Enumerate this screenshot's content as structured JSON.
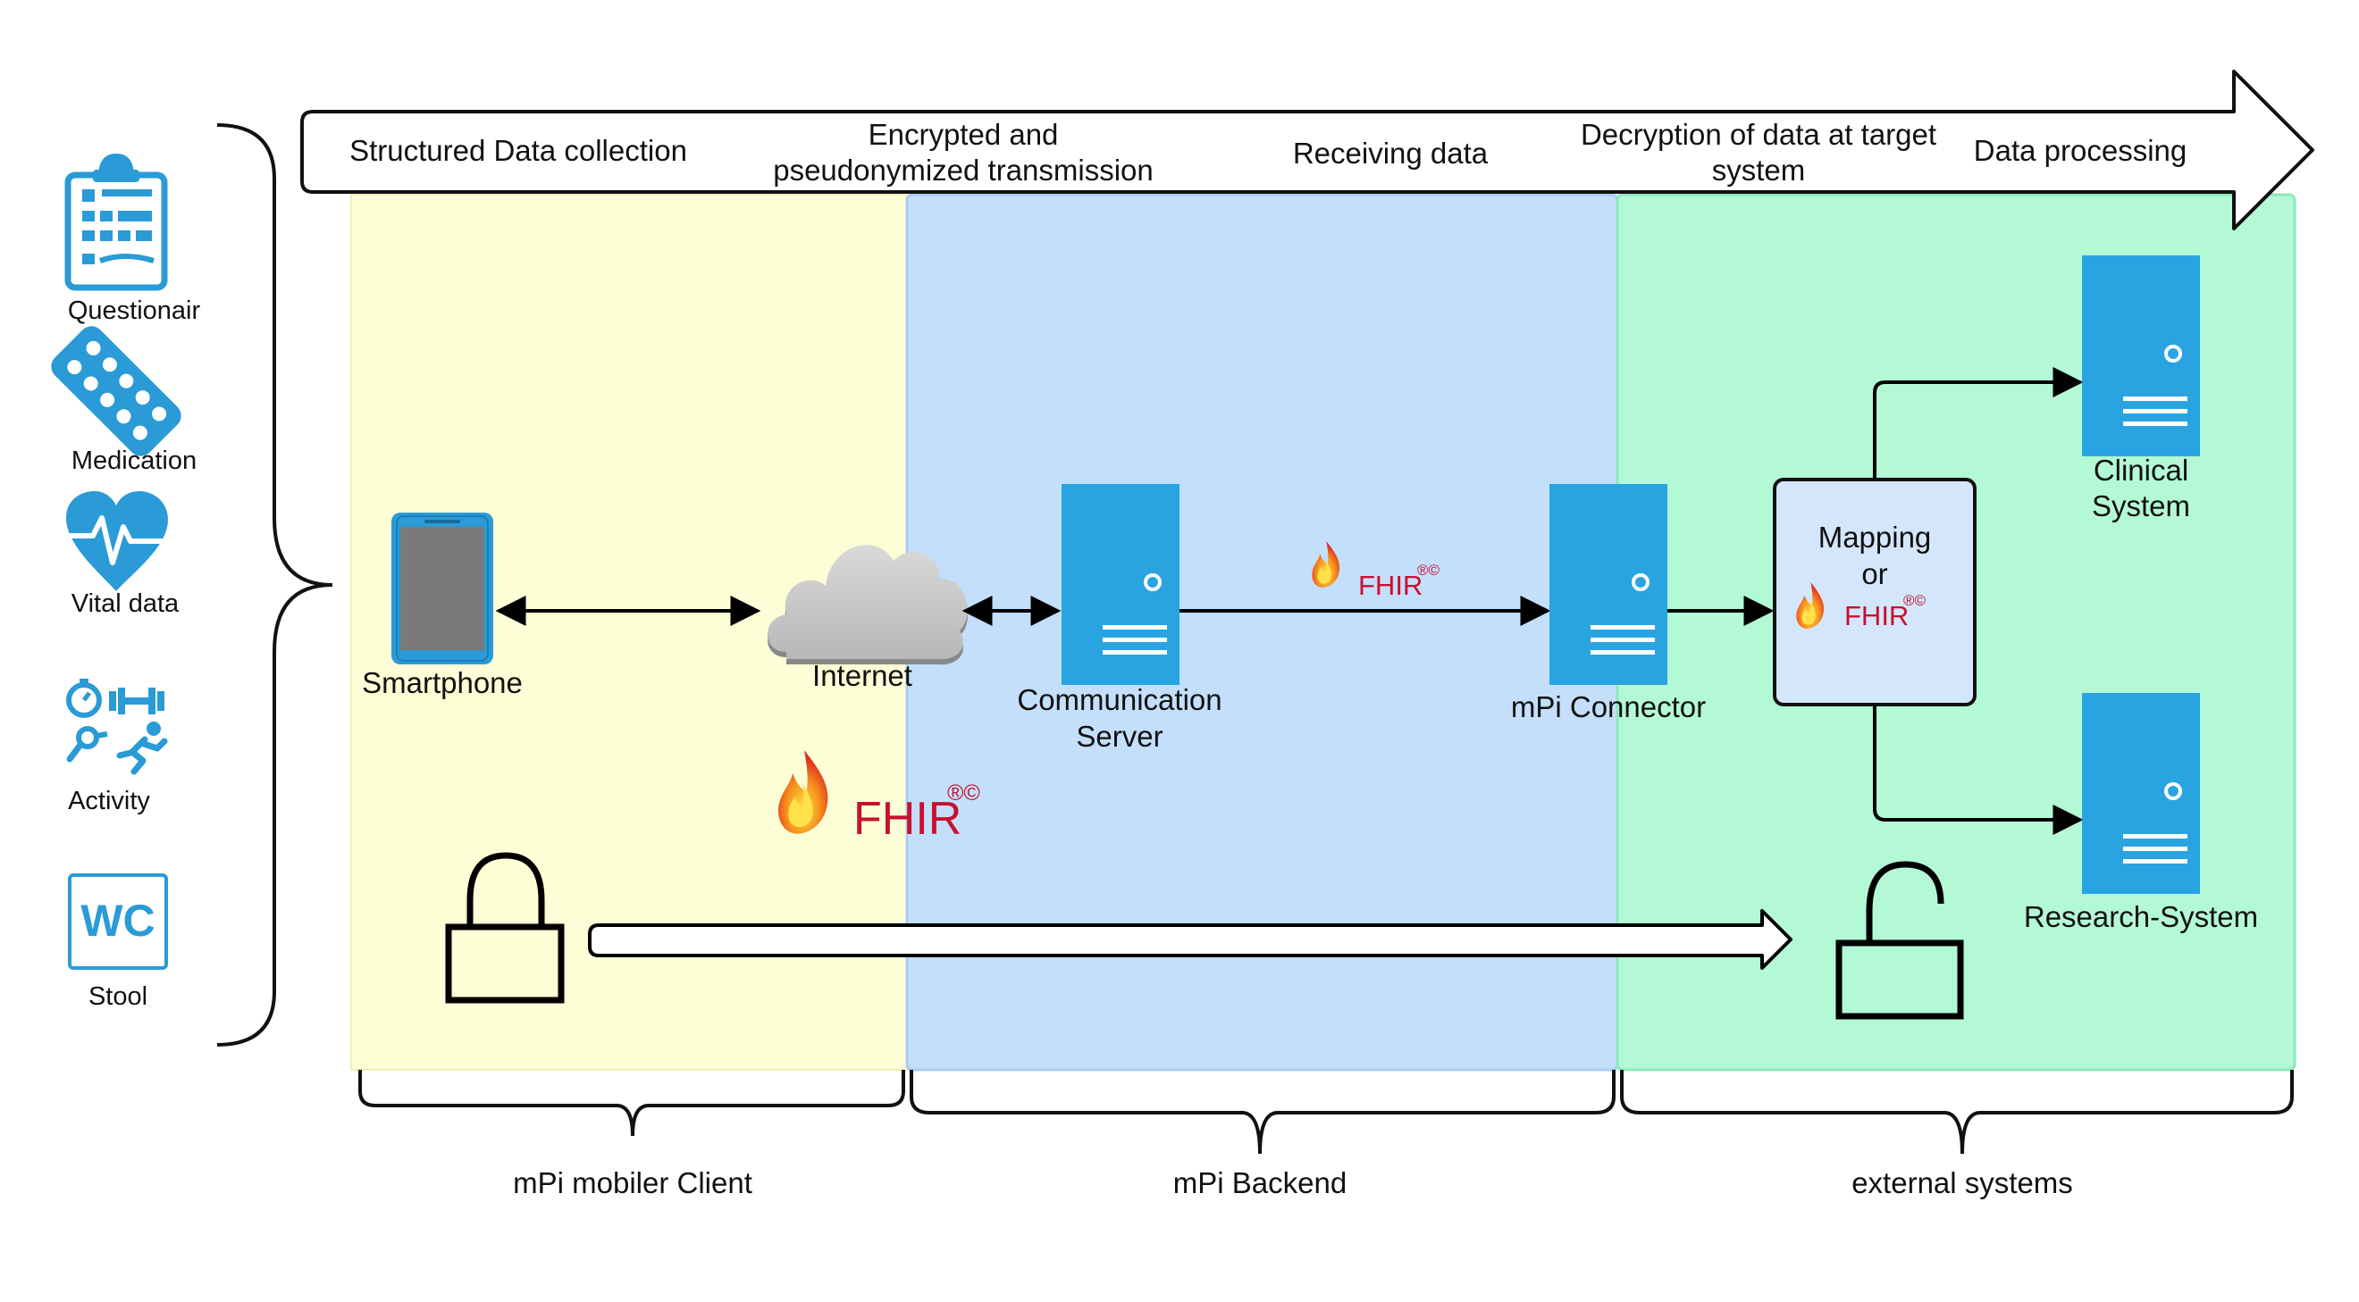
{
  "stages": {
    "stage1": "Structured Data collection",
    "stage2_line1": "Encrypted and",
    "stage2_line2": "pseudonymized transmission",
    "stage3": "Receiving data",
    "stage4_line1": "Decryption of data at target",
    "stage4_line2": "system",
    "stage5": "Data processing"
  },
  "data_sources": [
    {
      "label": "Questionair",
      "icon": "clipboard-icon"
    },
    {
      "label": "Medication",
      "icon": "pills-icon"
    },
    {
      "label": "Vital data",
      "icon": "heart-pulse-icon"
    },
    {
      "label": "Activity",
      "icon": "activity-icon"
    },
    {
      "label": "Stool",
      "icon": "wc-icon"
    }
  ],
  "wc_text": "WC",
  "nodes": {
    "smartphone": "Smartphone",
    "internet": "Internet",
    "comm_server_line1": "Communication",
    "comm_server_line2": "Server",
    "connector": "mPi Connector",
    "mapping_line1": "Mapping",
    "mapping_line2": "or",
    "clinical_line1": "Clinical",
    "clinical_line2": "System",
    "research": "Research-System"
  },
  "fhir": {
    "text": "FHIR",
    "mark": "®©"
  },
  "zones": {
    "client": "mPi mobiler Client",
    "backend": "mPi Backend",
    "external": "external systems"
  },
  "colors": {
    "client_zone": "#fdfdd6",
    "backend_zone": "#c3dffc",
    "external_zone": "#b3f9d6",
    "server_blue": "#29a4e0",
    "icon_blue": "#2a9bd6",
    "mapping_box": "#d4e6fc",
    "fhir_red": "#c8102e"
  }
}
